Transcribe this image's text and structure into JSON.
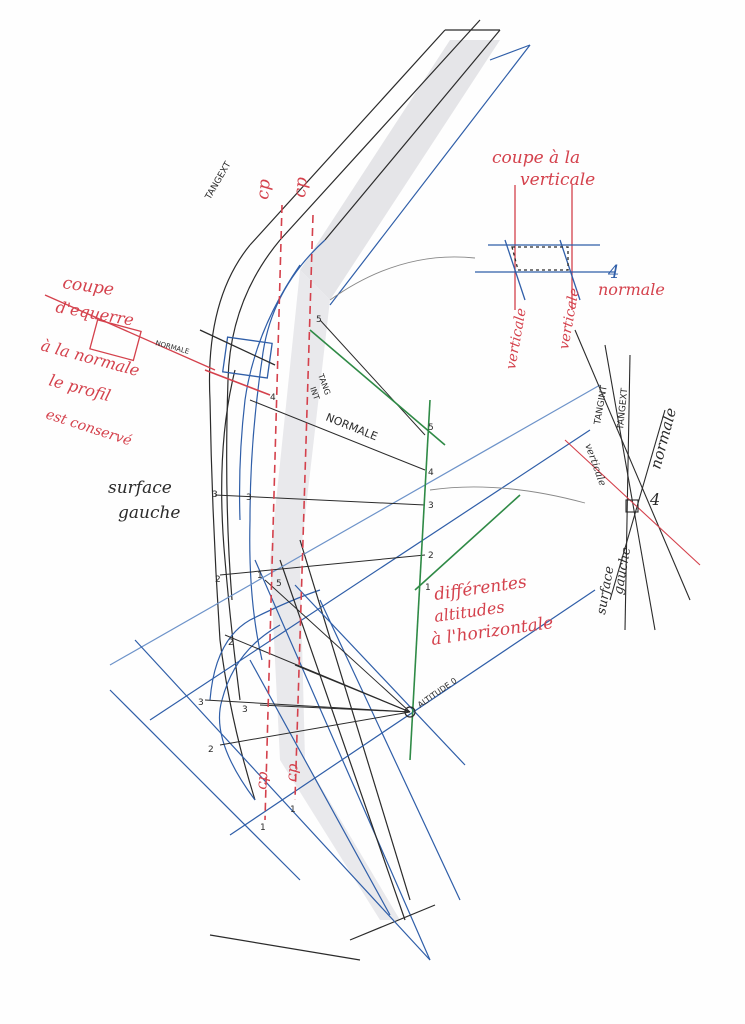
{
  "colors": {
    "ink": "#2b2b2b",
    "red": "#d4414c",
    "blue": "#2f5ea8",
    "lightblue": "#6d93c9",
    "green": "#2f8a46"
  },
  "labels": {
    "tangext_top": "TANGEXT",
    "cp1": "cp",
    "cp2": "cp",
    "coupe_verticale_1": "coupe à la",
    "coupe_verticale_2": "verticale",
    "normale_4_num": "4",
    "normale_4_word": "normale",
    "verticale_a": "verticale",
    "verticale_b": "verticale",
    "coupe_equerre_1": "coupe",
    "coupe_equerre_2": "d'equerre",
    "coupe_equerre_3": "à la normale",
    "coupe_equerre_4": "le profil",
    "coupe_equerre_5": "est conservé",
    "normale_small": "NORMALE",
    "tang_int": "TANG",
    "tang_int_2": "INT",
    "normale_mid": "NORMALE",
    "surface_gauche_1": "surface",
    "surface_gauche_2": "gauche",
    "differentes_1": "différentes",
    "differentes_2": "altitudes",
    "differentes_3": "à l'horizontale",
    "altitude0": "ALTITUDE 0",
    "tangint_right": "TANGINT",
    "tangext_right": "TANGEXT",
    "normale_right": "normale",
    "verticale_right": "verticale",
    "num_4_right": "4",
    "surface_gauche_right_1": "surface",
    "surface_gauche_right_2": "gauche",
    "cp_bottom_1": "cp",
    "cp_bottom_2": "cp"
  },
  "numbers": {
    "green_1": "1",
    "green_2": "2",
    "green_3": "3",
    "green_4": "4",
    "green_5": "5",
    "left_1": "1",
    "left_2a": "2",
    "left_2b": "2",
    "left_3a": "3",
    "left_3b": "3",
    "left_3c": "3",
    "left_4": "4",
    "left_5a": "5",
    "left_5b": "5",
    "left_2c": "2",
    "left_3d": "3",
    "bot_1a": "1",
    "bot_1b": "1"
  }
}
